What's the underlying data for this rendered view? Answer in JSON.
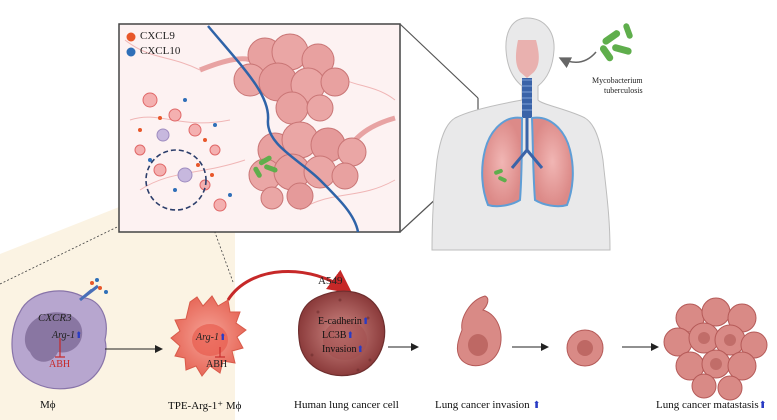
{
  "legend": {
    "items": [
      {
        "label": "CXCL9",
        "color": "#e8572a"
      },
      {
        "label": "CXCL10",
        "color": "#2f6fb8"
      }
    ]
  },
  "pathogen": {
    "label_line1": "Mycobacterium",
    "label_line2": "tuberculosis"
  },
  "macrophage": {
    "receptor": "CXCR3",
    "gene": "Arg-1",
    "inhibitor": "ABH",
    "caption": "Mϕ"
  },
  "tpe_macrophage": {
    "gene": "Arg-1",
    "inhibitor": "ABH",
    "caption": "TPE-Arg-1⁺ Mϕ"
  },
  "cancer_cell": {
    "cell_line": "A549",
    "markers": [
      "E-cadherin",
      "LC3B",
      "Invasion"
    ],
    "caption": "Human lung cancer cell"
  },
  "invasion": {
    "caption": "Lung cancer invasion"
  },
  "metastasis": {
    "caption": "Lung cancer matastasis"
  },
  "arrow_glyph": "⬆",
  "colors": {
    "panel_bg": "#fbf3e3",
    "alveoli": "#e59a9a",
    "vessel": "#2f63a8",
    "bacteria": "#5fae4c",
    "macrophage": "#b7a6cf",
    "tpe_macrophage": "#f08a7a",
    "cancer": "#9c4b4b"
  }
}
